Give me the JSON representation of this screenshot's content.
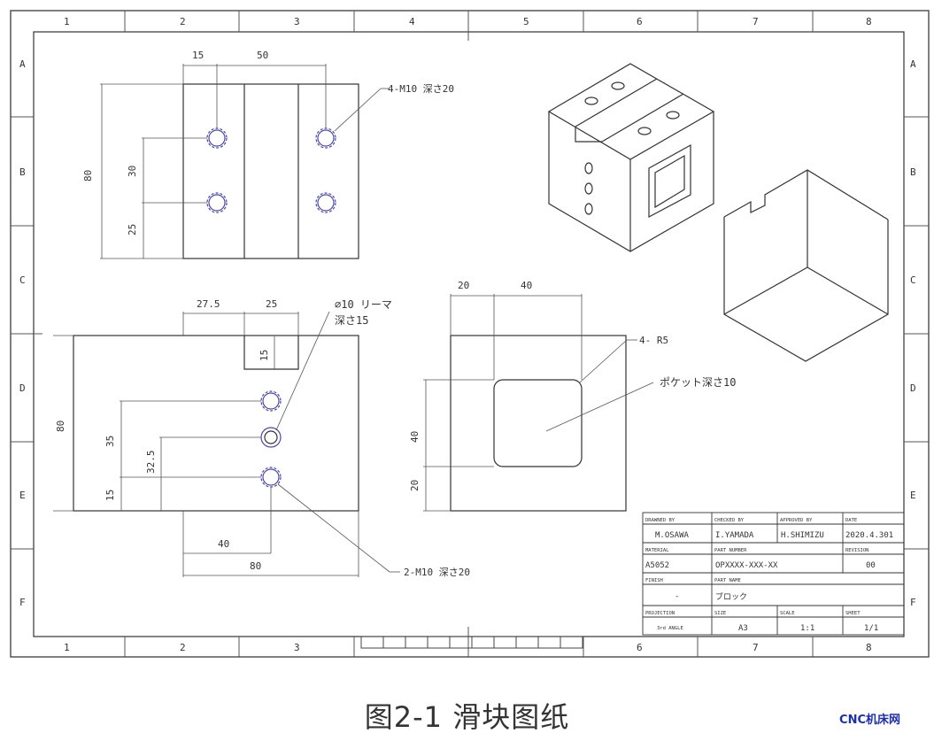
{
  "border": {
    "columns": [
      "1",
      "2",
      "3",
      "4",
      "5",
      "6",
      "7",
      "8"
    ],
    "rows": [
      "A",
      "B",
      "C",
      "D",
      "E",
      "F"
    ]
  },
  "top_view": {
    "dims": {
      "d15": "15",
      "d50": "50",
      "d80": "80",
      "d30": "30",
      "d25": "25"
    },
    "callout": "4-M10 深さ20"
  },
  "front_view": {
    "dims": {
      "d27_5": "27.5",
      "d25": "25",
      "d15": "15",
      "d80": "80",
      "d35": "35",
      "d32_5": "32.5",
      "d15b": "15",
      "d40": "40",
      "d80b": "80"
    },
    "callout_ream_1": "∅10 リーマ",
    "callout_ream_2": "深さ15",
    "callout_tap": "2-M10 深さ20"
  },
  "side_view": {
    "dims": {
      "d20": "20",
      "d40": "40",
      "d40v": "40",
      "d20v": "20"
    },
    "callout_radius": "4- R5",
    "callout_pocket": "ポケット深さ10"
  },
  "title_block": {
    "drawn_by_label": "DRAWNED BY",
    "drawn_by": "M.OSAWA",
    "checked_by_label": "CHECKED BY",
    "checked_by": "I.YAMADA",
    "approved_by_label": "APPROVED BY",
    "approved_by": "H.SHIMIZU",
    "date_label": "DATE",
    "date": "2020.4.301",
    "material_label": "MATERIAL",
    "material": "A5052",
    "part_number_label": "PART NUMBER",
    "part_number": "OPXXXX-XXX-XX",
    "revision_label": "REVISION",
    "revision": "00",
    "finish_label": "FINISH",
    "finish": "-",
    "part_name_label": "PART NAME",
    "part_name": "ブロック",
    "projection_label": "PROJECTION",
    "projection": "3rd ANGLE",
    "size_label": "SIZE",
    "size": "A3",
    "scale_label": "SCALE",
    "scale": "1:1",
    "sheet_label": "SHEET",
    "sheet": "1/1"
  },
  "caption": "图2-1 滑块图纸",
  "watermark": "CNC机床网"
}
